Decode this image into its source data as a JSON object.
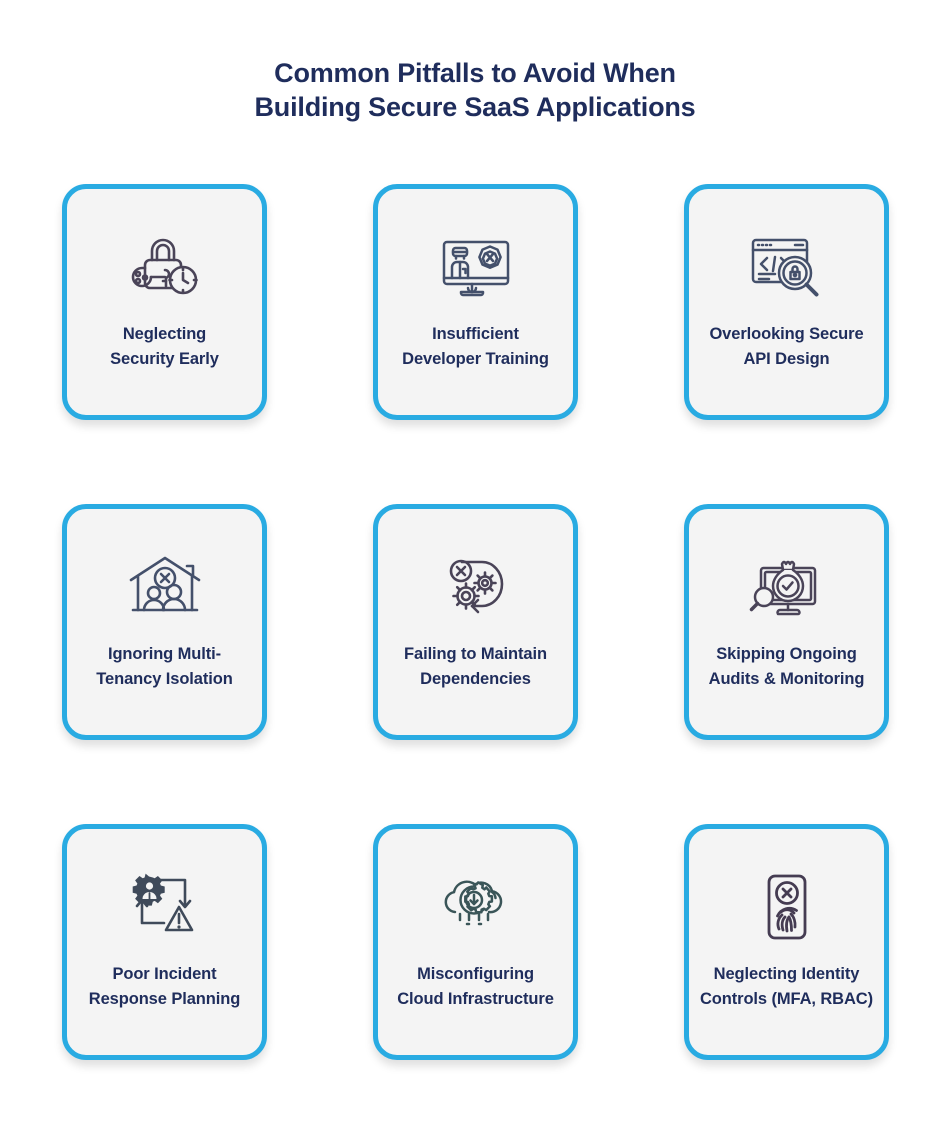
{
  "header": {
    "title_line1": "Common Pitfalls to Avoid When",
    "title_line2": "Building Secure SaaS Applications",
    "title_color": "#1F2D5C"
  },
  "theme": {
    "background": "#FFFFFF",
    "card_background": "#F4F4F4",
    "card_border": "#29ABE2",
    "text_color": "#1F2D5C",
    "icon_stroke": "#464356",
    "icon_stroke_alt": "#3F4A5A"
  },
  "cards": [
    {
      "id": "neglecting-security-early",
      "label": "Neglecting\nSecurity Early",
      "icon": "padlock-key-clock-icon",
      "row": 1,
      "column": 1
    },
    {
      "id": "insufficient-developer-training",
      "label": "Insufficient\nDeveloper Training",
      "icon": "monitor-training-error-icon",
      "row": 1,
      "column": 2
    },
    {
      "id": "overlooking-secure-api-design",
      "label": "Overlooking Secure\nAPI Design",
      "icon": "code-window-lock-magnifier-icon",
      "row": 1,
      "column": 3
    },
    {
      "id": "ignoring-multi-tenancy-isolation",
      "label": "Ignoring Multi-\nTenancy Isolation",
      "icon": "house-people-error-icon",
      "row": 2,
      "column": 1
    },
    {
      "id": "failing-to-maintain-dependencies",
      "label": "Failing to Maintain\nDependencies",
      "icon": "gears-error-refresh-icon",
      "row": 2,
      "column": 2
    },
    {
      "id": "skipping-ongoing-audits-monitoring",
      "label": "Skipping Ongoing\nAudits & Monitoring",
      "icon": "monitor-moneybag-check-magnifier-icon",
      "row": 2,
      "column": 3
    },
    {
      "id": "poor-incident-response-planning",
      "label": "Poor Incident\nResponse Planning",
      "icon": "gear-user-warning-cycle-icon",
      "row": 3,
      "column": 1
    },
    {
      "id": "misconfiguring-cloud-infrastructure",
      "label": "Misconfiguring\nCloud Infrastructure",
      "icon": "cloud-gear-download-icon",
      "row": 3,
      "column": 2
    },
    {
      "id": "neglecting-identity-controls",
      "label": "Neglecting Identity\nControls (MFA, RBAC)",
      "icon": "id-card-fingerprint-error-icon",
      "row": 3,
      "column": 3
    }
  ]
}
